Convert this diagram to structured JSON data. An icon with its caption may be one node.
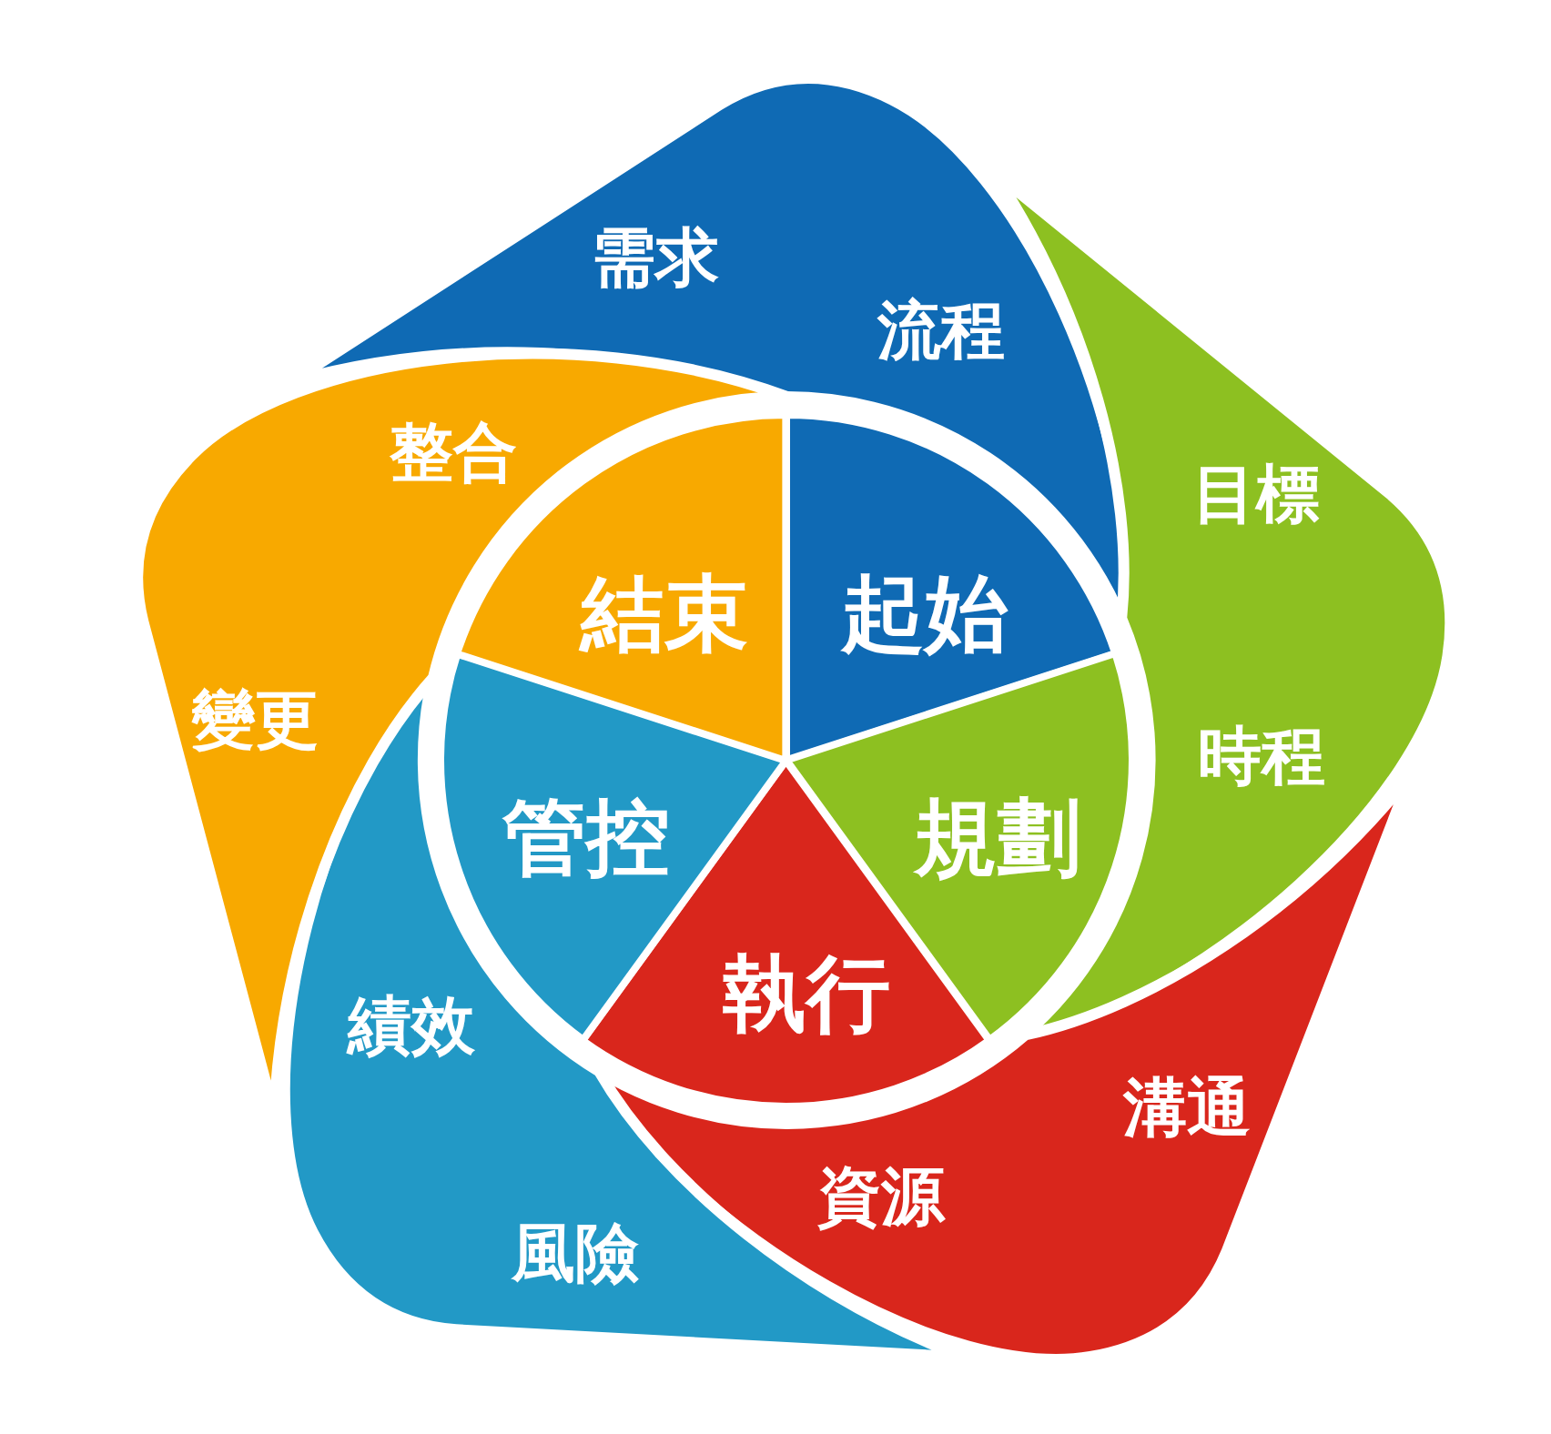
{
  "diagram": {
    "nodes": [
      {
        "text": [
          "起始"
        ]
      },
      {
        "text": [
          "規劃"
        ]
      },
      {
        "text": [
          "執行"
        ]
      },
      {
        "text": [
          "管控"
        ]
      },
      {
        "text": [
          "結束"
        ]
      },
      {
        "text": [
          "需求",
          "流程"
        ]
      },
      {
        "text": [
          "目標",
          "時程"
        ]
      },
      {
        "text": [
          "溝通",
          "資源"
        ]
      },
      {
        "text": [
          "績效",
          "風險"
        ]
      },
      {
        "text": [
          "整合",
          "變更"
        ]
      }
    ]
  }
}
